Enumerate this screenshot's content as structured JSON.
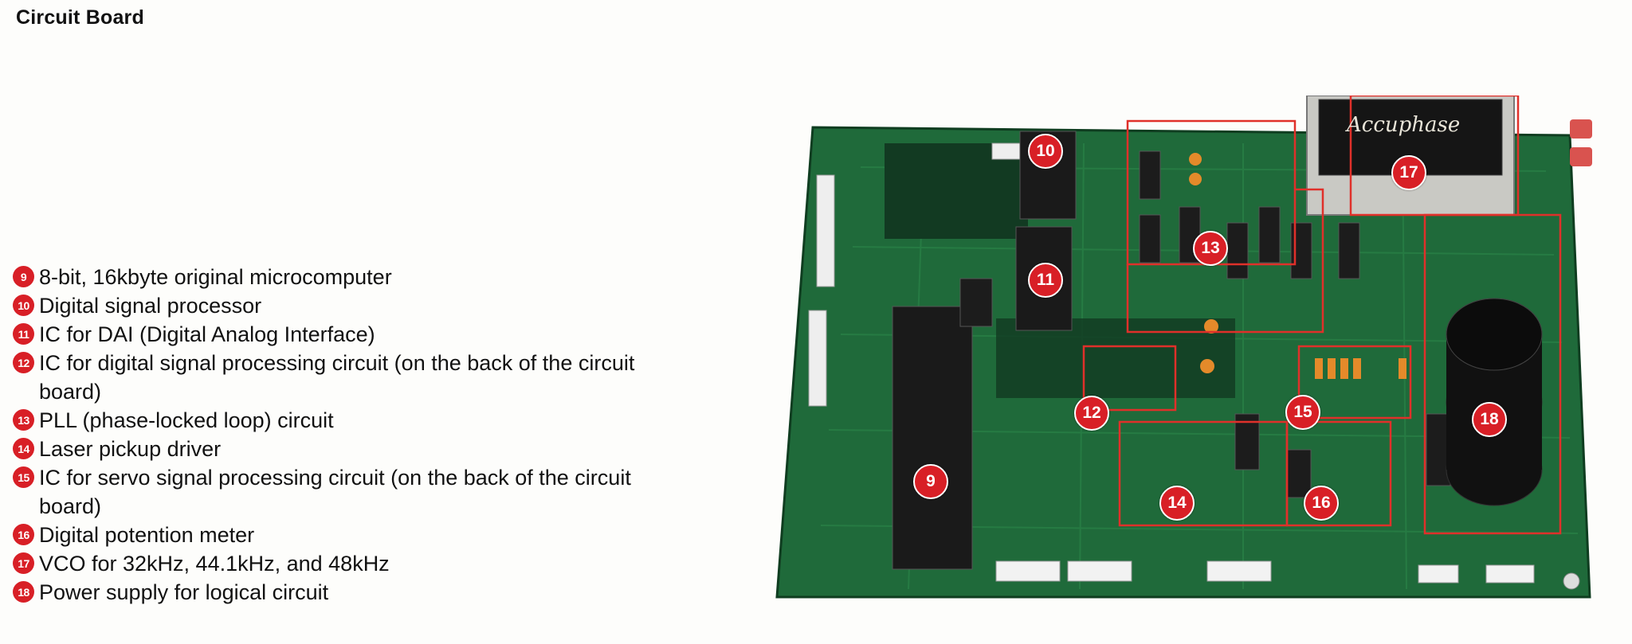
{
  "title": "Circuit Board",
  "legend": [
    {
      "num": "9",
      "text": "8-bit, 16kbyte original microcomputer"
    },
    {
      "num": "10",
      "text": "Digital signal processor"
    },
    {
      "num": "11",
      "text": "IC for DAI (Digital Analog Interface)"
    },
    {
      "num": "12",
      "text": "IC for digital signal processing circuit (on the back of the circuit board)"
    },
    {
      "num": "13",
      "text": "PLL (phase-locked loop) circuit"
    },
    {
      "num": "14",
      "text": "Laser pickup driver"
    },
    {
      "num": "15",
      "text": "IC for servo signal processing circuit (on the back of the circuit board)"
    },
    {
      "num": "16",
      "text": "Digital potention meter"
    },
    {
      "num": "17",
      "text": "VCO for 32kHz, 44.1kHz, and 48kHz"
    },
    {
      "num": "18",
      "text": "Power supply for logical circuit"
    }
  ],
  "board": {
    "vco_brand": "Accuphase",
    "markers": [
      "9",
      "10",
      "11",
      "12",
      "13",
      "14",
      "15",
      "16",
      "17",
      "18"
    ]
  },
  "colors": {
    "badge": "#d81f26",
    "pcb": "#1f6a3a",
    "highlight_box": "#e0302a"
  }
}
